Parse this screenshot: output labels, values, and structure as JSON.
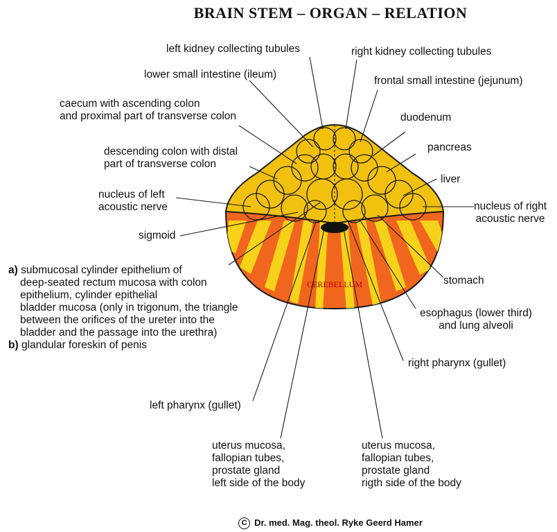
{
  "title": "BRAIN STEM – ORGAN – RELATION",
  "center_label": "CEREBELLUM",
  "labels": {
    "left_kidney": "left kidney collecting tubules",
    "right_kidney": "right kidney collecting tubules",
    "ileum": "lower small intestine (ileum)",
    "jejunum": "frontal small intestine (jejunum)",
    "caecum": [
      "caecum with ascending colon",
      "and proximal part of transverse colon"
    ],
    "duodenum": "duodenum",
    "descending_colon": [
      "descending colon with distal",
      "part of transverse colon"
    ],
    "pancreas": "pancreas",
    "liver": "liver",
    "left_acoustic": [
      "nucleus of left",
      "acoustic nerve"
    ],
    "right_acoustic": [
      "nucleus of right",
      "acoustic nerve"
    ],
    "sigmoid": "sigmoid",
    "stomach": "stomach",
    "rectum": {
      "a_marker": "a)",
      "a_lines": [
        "submucosal cylinder epithelium of",
        "deep-seated rectum mucosa with colon",
        "epithelium,  cylinder epithelial",
        "bladder mucosa (only in trigonum, the triangle",
        "between the orifices of the ureter into the",
        "bladder and the passage into the urethra)"
      ],
      "b_marker": "b)",
      "b_line": "glandular foreskin of penis"
    },
    "esophagus": [
      "esophagus (lower third)",
      "and lung alveoli"
    ],
    "right_pharynx": "right pharynx (gullet)",
    "left_pharynx": "left pharynx (gullet)",
    "uterus_left": [
      "uterus mucosa,",
      "fallopian tubes,",
      "prostate gland",
      "left side of the body"
    ],
    "uterus_right": [
      "uterus mucosa,",
      "fallopian tubes,",
      "prostate gland",
      "rigth side of the body"
    ]
  },
  "footer": {
    "copyright_symbol": "C",
    "text": "Dr. med. Mag. theol. Ryke Geerd Hamer"
  },
  "colors": {
    "upper_region": "#f2c10f",
    "lower_region": "#f0661e",
    "stripes": "#f7d21a",
    "outline": "#1a1a1a"
  }
}
